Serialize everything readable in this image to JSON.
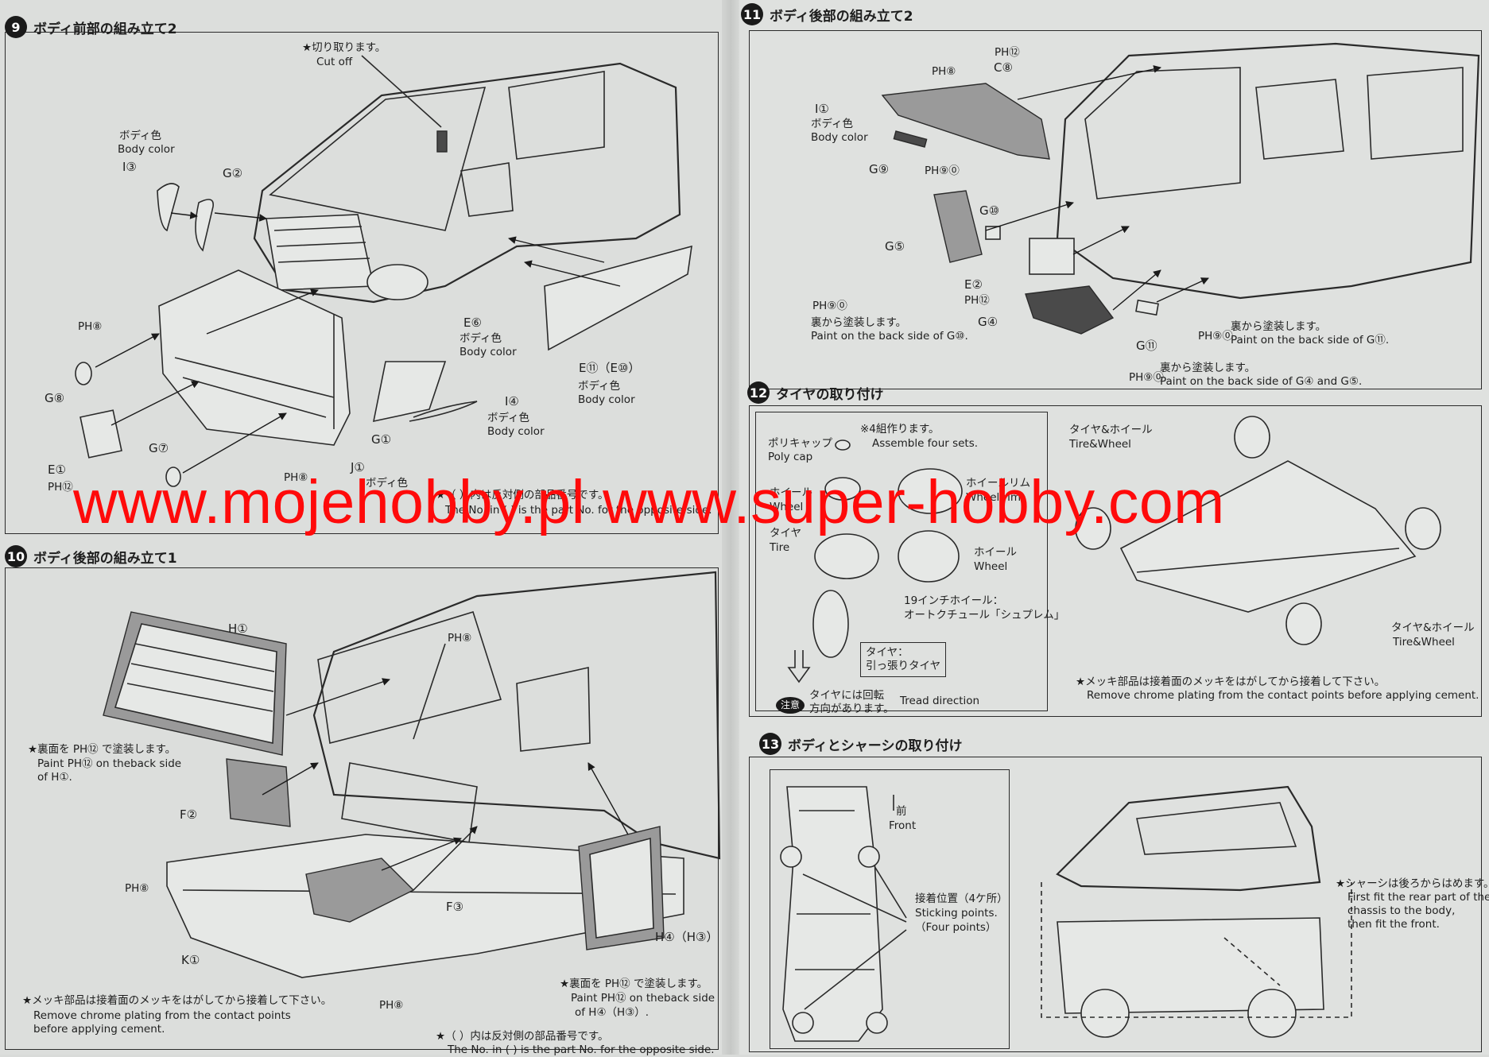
{
  "watermark": "www.mojehobby.pl www.super-hobby.com",
  "colors": {
    "watermark": "#ff0a0a",
    "ink": "#1e1e1e",
    "paper": "#dcdedc"
  },
  "step9": {
    "number": "9",
    "title": "ボディ前部の組み立て2",
    "cut_off_jp": "★切り取ります。",
    "cut_off_en": "Cut off",
    "body_color_jp": "ボディ色",
    "body_color_en": "Body color",
    "part_i3": "I③",
    "part_g2": "G②",
    "part_ph8": "PH⑧",
    "part_g8": "G⑧",
    "part_e1": "E①",
    "part_ph12": "PH⑫",
    "part_g7": "G⑦",
    "part_g1": "G①",
    "part_i4": "I④",
    "part_j1": "J①",
    "part_e6": "E⑥",
    "part_e11": "E⑪（E⑩）",
    "opposite_jp": "★（ ）内は反対側の部品番号です。",
    "opposite_en": "The No. in (  ) is the part No. for the opposite side."
  },
  "step10": {
    "number": "10",
    "title": "ボディ後部の組み立て1",
    "part_h1": "H①",
    "part_ph8": "PH⑧",
    "paint_back_jp": "★裏面を PH⑫ で塗装します。",
    "paint_back_en_1": "Paint PH⑫ on theback side",
    "paint_back_en_2": "of H①.",
    "part_f2": "F②",
    "part_f3": "F③",
    "part_k1": "K①",
    "part_h4": "H④（H③）",
    "paint_back2_jp": "★裏面を PH⑫ で塗装します。",
    "paint_back2_en_1": "Paint PH⑫ on theback side",
    "paint_back2_en_2": "of H④（H③）.",
    "chrome_jp": "★メッキ部品は接着面のメッキをはがしてから接着して下さい。",
    "chrome_en_1": "Remove chrome plating from the contact points",
    "chrome_en_2": "before applying cement.",
    "opposite_jp": "★（ ）内は反対側の部品番号です。",
    "opposite_en": "The No. in (  ) is the part No. for the opposite side."
  },
  "step11": {
    "number": "11",
    "title": "ボディ後部の組み立て2",
    "part_ph12": "PH⑫",
    "part_c8": "C⑧",
    "part_ph8": "PH⑧",
    "part_i1": "I①",
    "body_color_jp": "ボディ色",
    "body_color_en": "Body color",
    "part_g9": "G⑨",
    "part_ph90": "PH⑨⓪",
    "part_g10": "G⑩",
    "part_g5": "G⑤",
    "part_e2": "E②",
    "part_g4": "G④",
    "part_g11": "G⑪",
    "back_paint_jp": "裏から塗装します。",
    "back_paint_g10_en": "Paint on the back side of G⑩.",
    "back_paint_g11_en": "Paint on the back side of G⑪.",
    "back_paint_g45_en": "Paint on the back side of G④ and G⑤."
  },
  "step12": {
    "number": "12",
    "title": "タイヤの取り付け",
    "assemble_jp": "※4組作ります。",
    "assemble_en": "Assemble four sets.",
    "poly_cap_jp": "ポリキャップ",
    "poly_cap_en": "Poly cap",
    "wheel_rim_jp": "ホイールリム",
    "wheel_rim_en": "Wheel rim",
    "wheel_jp": "ホイール",
    "wheel_en": "Wheel",
    "tire_jp": "タイヤ",
    "tire_en": "Tire",
    "wheel19_jp_1": "19インチホイール：",
    "wheel19_jp_2": "オートクチュール「シュプレム」",
    "tire_stretch_jp_1": "タイヤ：",
    "tire_stretch_jp_2": "引っ張りタイヤ",
    "caution": "注意",
    "tread_jp_1": "タイヤには回転",
    "tread_jp_2": "方向があります。",
    "tread_en": "Tread direction",
    "tire_wheel_jp": "タイヤ&ホイール",
    "tire_wheel_en": "Tire&Wheel",
    "chrome_jp": "★メッキ部品は接着面のメッキをはがしてから接着して下さい。",
    "chrome_en": "Remove chrome plating from the contact points before applying cement."
  },
  "step13": {
    "number": "13",
    "title": "ボディとシャーシの取り付け",
    "front_jp": "前",
    "front_en": "Front",
    "sticking_jp": "接着位置（4ケ所）",
    "sticking_en_1": "Sticking points.",
    "sticking_en_2": "（Four points）",
    "fit_jp": "★シャーシは後ろからはめます。",
    "fit_en_1": "First fit the rear part of the",
    "fit_en_2": "chassis to the body,",
    "fit_en_3": "then fit the front."
  }
}
